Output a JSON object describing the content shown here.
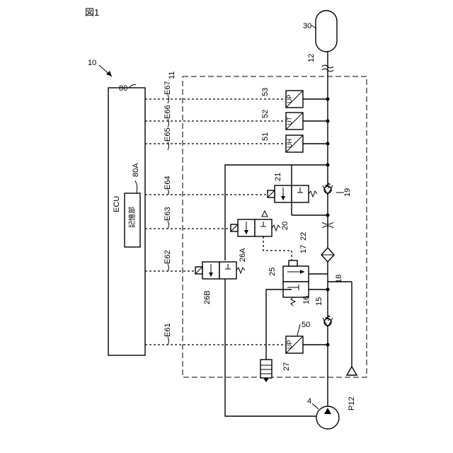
{
  "figure": {
    "title": "図1"
  },
  "labels": {
    "system": "10",
    "ecu_ref": "80",
    "ecu_name": "ECU",
    "storage_name": "記憶部",
    "storage_ref": "80A",
    "unit_ref": "11",
    "tank_ref": "30",
    "line_ref": "12",
    "pump_ref": "4",
    "port_ref": "P12",
    "sensor_53": "53",
    "sensor_52": "52",
    "sensor_51": "51",
    "sensor_50": "50",
    "sensor_53_text": "UP",
    "sensor_52_text": "UT",
    "sensor_51_text": "UH",
    "sensor_50_text": "UP",
    "valve_21": "21",
    "valve_20": "20",
    "orifice_22": "22",
    "valve_26a": "26A",
    "valve_26b": "26B",
    "valve_25": "25",
    "ref_16": "16",
    "filter_17": "17",
    "ref_18": "18",
    "check_19": "19",
    "check_15": "15",
    "silencer_27": "27",
    "sig_e67": "E67",
    "sig_e66": "E66",
    "sig_e65": "E65",
    "sig_e64": "E64",
    "sig_e63": "E63",
    "sig_e62": "E62",
    "sig_e61": "E61"
  }
}
